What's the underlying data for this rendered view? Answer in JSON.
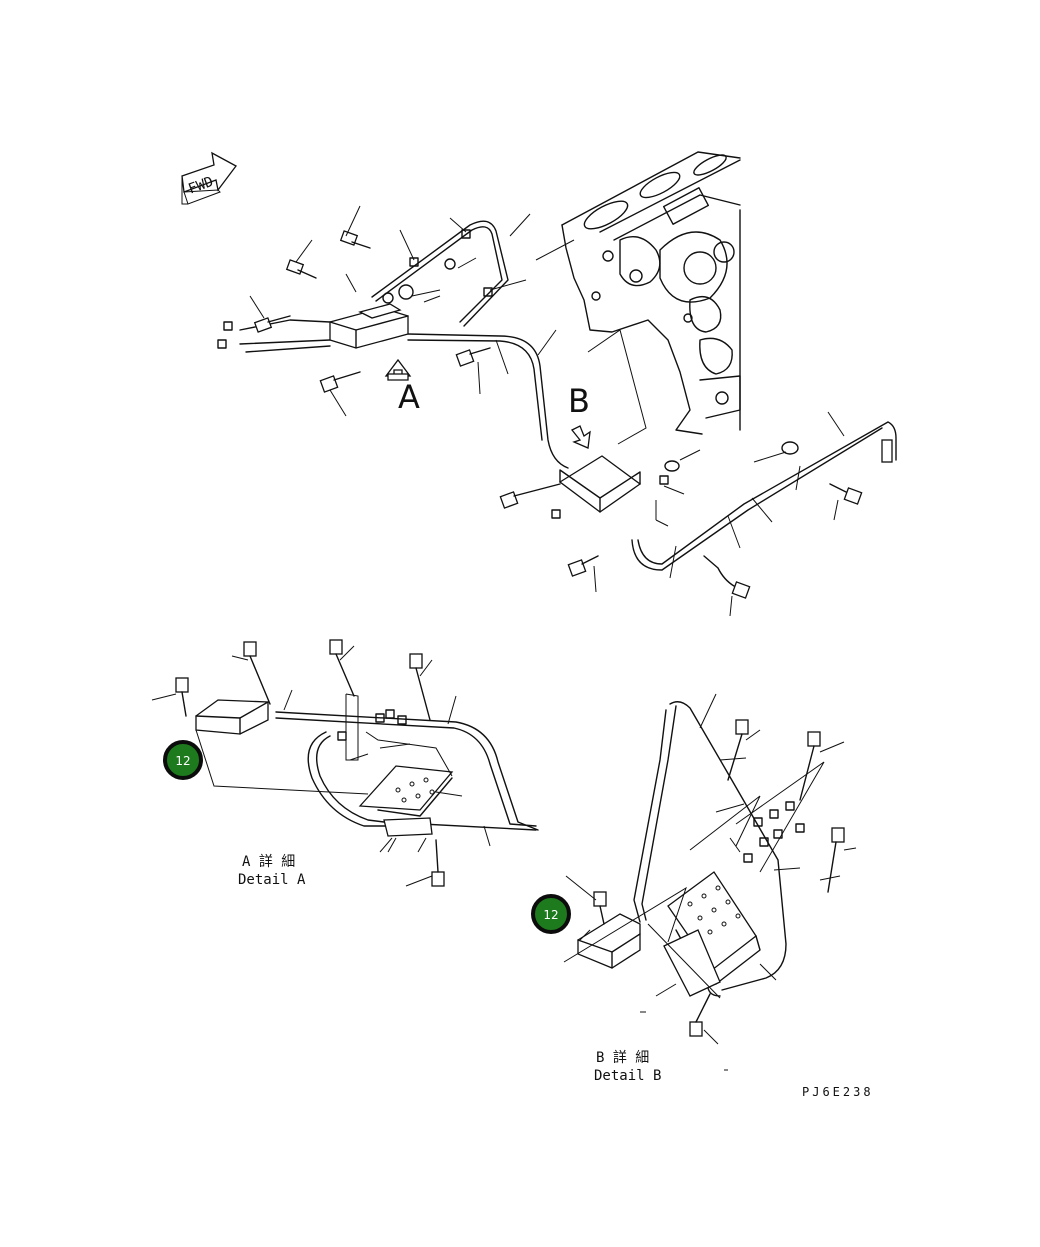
{
  "direction_arrow": {
    "label": "FWD"
  },
  "view_labels": {
    "view_a": "A",
    "view_b": "B"
  },
  "detail_a": {
    "title_jp": "A 詳 細",
    "title_en": "Detail A"
  },
  "detail_b": {
    "title_jp": "B 詳 細",
    "title_en": "Detail B"
  },
  "callouts": [
    {
      "id": "callout-detail-a",
      "number": "12"
    },
    {
      "id": "callout-detail-b",
      "number": "12"
    }
  ],
  "drawing_code": "PJ6E238",
  "colors": {
    "callout_fill": "#1d7a1d",
    "callout_border": "#0c0c0c",
    "line": "#111111"
  }
}
